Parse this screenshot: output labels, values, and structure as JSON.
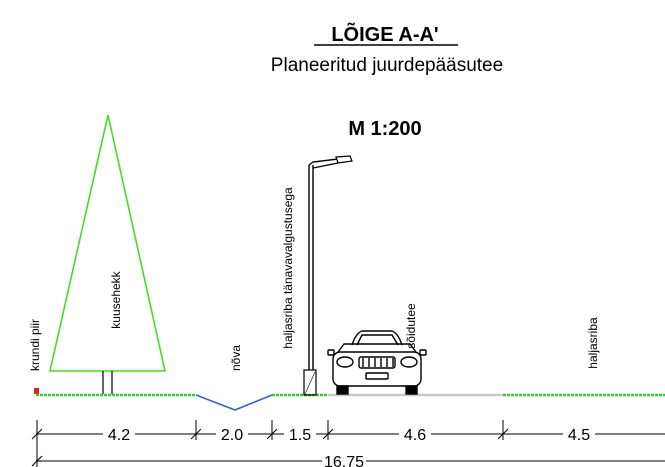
{
  "section": {
    "title": "LÕIGE A-A'",
    "subtitle": "Planeeritud juurdepääsutee",
    "scale": "M 1:200"
  },
  "labels": {
    "property_border": "krundi piir",
    "spruce_hedge": "kuusehekk",
    "ditch": "nõva",
    "green_strip_lighting": "haljasriba tänavavalgustusega",
    "carriageway": "sõidutee",
    "green_strip": "haljasriba"
  },
  "dimensions": {
    "d1": "4.2",
    "d2": "2.0",
    "d3": "1.5",
    "d4": "4.6",
    "d5": "4.5",
    "total": "16.75"
  },
  "colors": {
    "grass": "#33cc33",
    "tree_outline": "#44dd22",
    "ditch_line": "#3366cc",
    "road_surface": "#c8c8c8",
    "border_marker": "#dd2222"
  }
}
